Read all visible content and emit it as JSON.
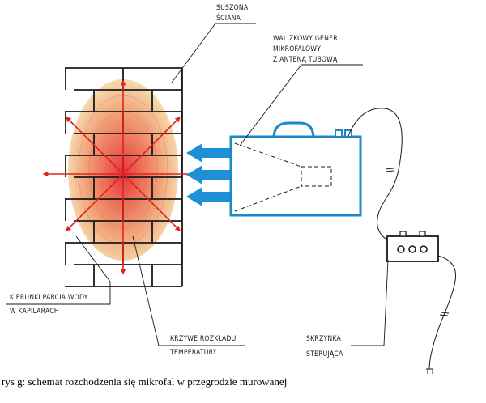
{
  "labels": {
    "wall": [
      "SUSZONA",
      "ŚCIANA"
    ],
    "generator": [
      "WALIZKOWY GENER.",
      "MIKROFALOWY",
      "Z ANTENĄ TUBOWĄ"
    ],
    "capillary": [
      "KIERUNKI PARCIA WODY",
      "W KAPILARACH"
    ],
    "temperature": [
      "KRZYWE ROZKŁADU",
      "TEMPERATURY"
    ],
    "control_box": [
      "SKRZYNKA",
      "STERUJĄCA"
    ]
  },
  "caption": "rys g: schemat rozchodzenia się mikrofal w przegrodzie murowanej",
  "colors": {
    "line": "#1a1a1a",
    "generator_blue": "#1c87c9",
    "arrow_blue": "#1f8fd6",
    "arrow_red": "#e0241f",
    "heat_core": "#e8434a",
    "heat_edge": "#f3d6a8"
  }
}
